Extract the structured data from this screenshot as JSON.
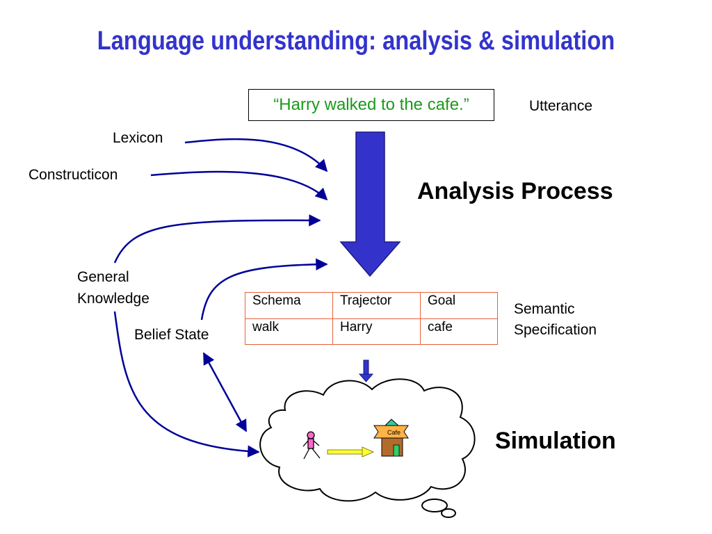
{
  "title": "Language understanding: analysis & simulation",
  "utterance": {
    "text": "“Harry walked to the cafe.”",
    "label": "Utterance"
  },
  "inputs": {
    "lexicon": "Lexicon",
    "constructicon": "Constructicon",
    "general_knowledge_line1": "General",
    "general_knowledge_line2": "Knowledge",
    "belief_state": "Belief State"
  },
  "process_label": "Analysis Process",
  "semantic_spec": {
    "label_line1": "Semantic",
    "label_line2": "Specification",
    "headers": [
      "Schema",
      "Trajector",
      "Goal"
    ],
    "values": [
      "walk",
      "Harry",
      "cafe"
    ]
  },
  "simulation": {
    "label": "Simulation",
    "cafe_sign": "Cafe"
  },
  "colors": {
    "title": "#3333cc",
    "utterance_text": "#1a9a1a",
    "arrow_fill": "#3333cc",
    "table_border": "#e8603a",
    "connector": "#000099"
  }
}
